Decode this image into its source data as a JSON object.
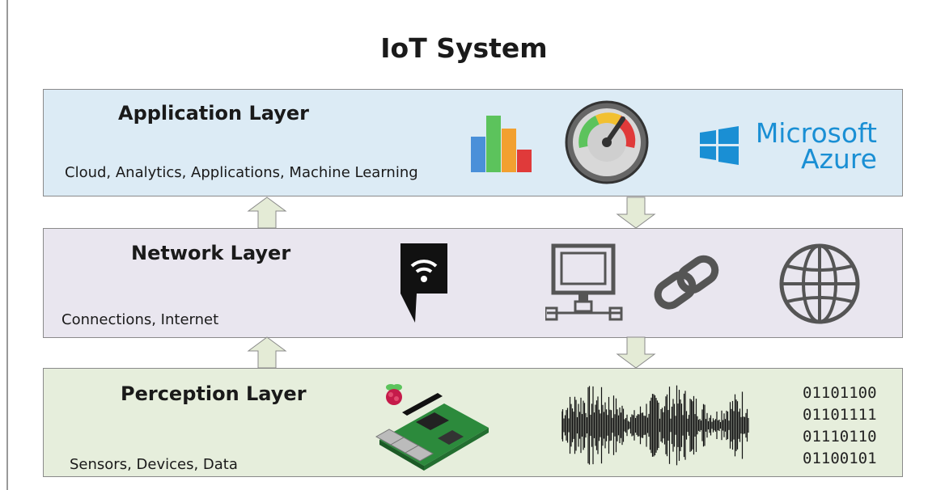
{
  "title": "IoT System",
  "layers": {
    "application": {
      "name": "Application Layer",
      "description": "Cloud, Analytics, Applications, Machine Learning",
      "icons": [
        "bar-chart-icon",
        "gauge-icon",
        "microsoft-azure-logo"
      ],
      "brand_line1": "Microsoft",
      "brand_line2": "Azure",
      "color": "#dcebf5"
    },
    "network": {
      "name": "Network Layer",
      "description": "Connections, Internet",
      "icons": [
        "wifi-tag-icon",
        "network-computer-icon",
        "link-icon",
        "globe-icon"
      ],
      "color": "#e9e6ef"
    },
    "perception": {
      "name": "Perception Layer",
      "description": "Sensors, Devices, Data",
      "icons": [
        "raspberry-pi-board-icon",
        "sound-waveform-icon"
      ],
      "binary": [
        "01101100",
        "01101111",
        "01110110",
        "01100101"
      ],
      "color": "#e6eedc"
    }
  },
  "arrow_color": "#e4ebd6"
}
